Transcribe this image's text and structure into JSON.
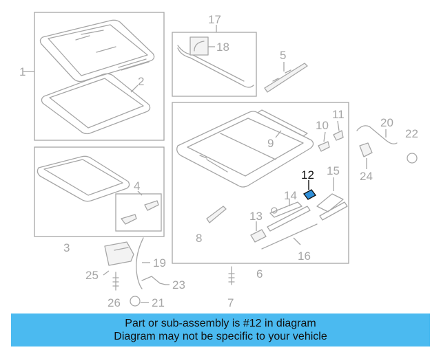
{
  "diagram": {
    "callouts": [
      "1",
      "2",
      "3",
      "4",
      "5",
      "6",
      "7",
      "8",
      "9",
      "10",
      "11",
      "12",
      "13",
      "14",
      "15",
      "16",
      "17",
      "18",
      "19",
      "20",
      "21",
      "22",
      "23",
      "24",
      "25",
      "26"
    ],
    "highlighted_callout": "12",
    "highlight_color": "#2f8fd8",
    "line_color": "#a6a6a6"
  },
  "info_bar": {
    "line1": "Part or sub-assembly is #12 in diagram",
    "line2": "Diagram may not be specific to your vehicle",
    "background": "#4bbaf0"
  }
}
